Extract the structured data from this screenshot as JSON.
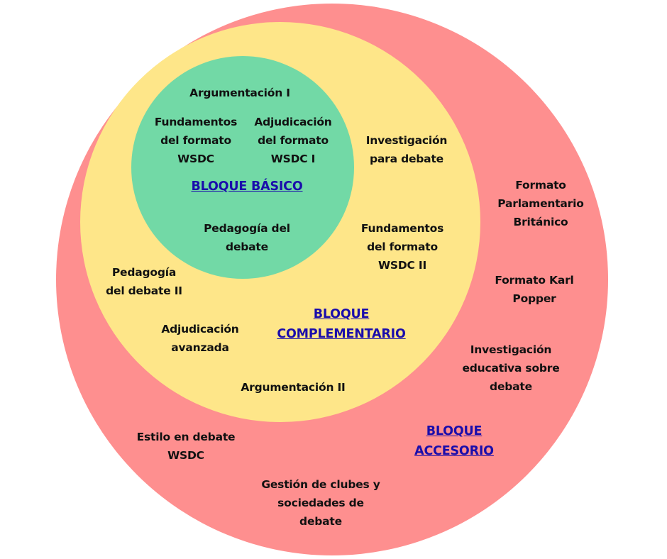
{
  "colors": {
    "accesorio": "#fe8f8f",
    "complementario": "#fee689",
    "basico": "#72d9a6",
    "link": "#1a0dab",
    "text": "#111111"
  },
  "blocks": {
    "basico": {
      "title": "BLOQUE BÁSICO",
      "items": [
        "Argumentación I",
        "Fundamentos\ndel formato\nWSDC",
        "Adjudicación\ndel formato\nWSDC I",
        "Pedagogía del\ndebate"
      ]
    },
    "complementario": {
      "title": "BLOQUE\nCOMPLEMENTARIO",
      "items": [
        "Investigación\npara debate",
        "Fundamentos\ndel formato\nWSDC II",
        "Pedagogía\ndel debate II",
        "Adjudicación\navanzada",
        "Argumentación II"
      ]
    },
    "accesorio": {
      "title": "BLOQUE\nACCESORIO",
      "items": [
        "Formato\nParlamentario\nBritánico",
        "Formato Karl\nPopper",
        "Investigación\neducativa sobre\ndebate",
        "Estilo en debate\nWSDC",
        "Gestión de clubes y\nsociedades de\ndebate"
      ]
    }
  }
}
